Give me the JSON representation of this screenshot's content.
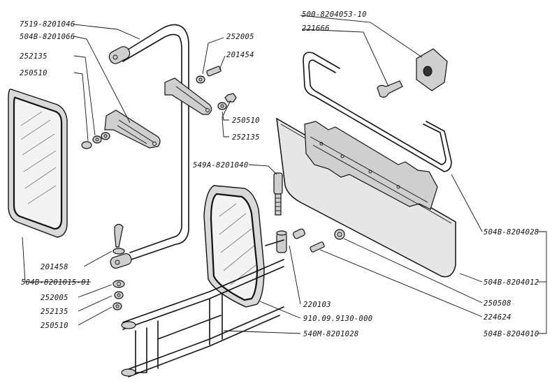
{
  "labels": {
    "top_left": [
      "7519-8201046",
      "504В-8201066",
      "252135",
      "250510"
    ],
    "top_center": [
      "252005",
      "201454",
      "250510",
      "252135"
    ],
    "top_right": [
      "500-8204053-10",
      "221666"
    ],
    "center": [
      "549А-8201040"
    ],
    "left_bottom": [
      "201458",
      "504В-8201015-01",
      "252005",
      "252135",
      "250510"
    ],
    "bottom_center": [
      "220103",
      "910.09.9130-000",
      "540М-8201028"
    ],
    "right": [
      "504В-8204028",
      "504В-8204012",
      "250508",
      "224624",
      "504В-8204010"
    ]
  },
  "colors": {
    "ink": "#111111",
    "paper": "#ffffff",
    "shade": "#d9d9d9"
  }
}
